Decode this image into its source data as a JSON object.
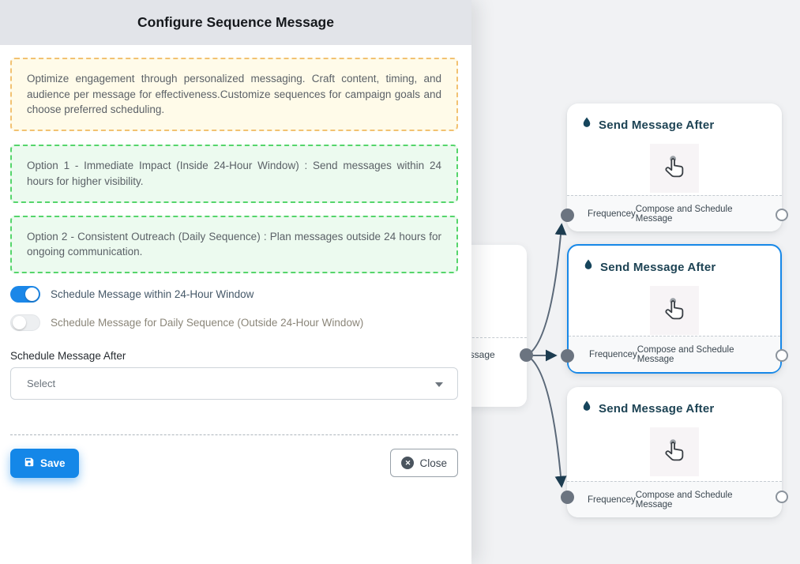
{
  "panel": {
    "title": "Configure Sequence Message",
    "description": "Optimize engagement through personalized messaging. Craft content, timing, and audience per message for effectiveness.Customize sequences for campaign goals and choose preferred scheduling.",
    "options": [
      {
        "text": "Option 1 - Immediate Impact (Inside 24-Hour Window) : Send messages within 24 hours for higher visibility."
      },
      {
        "text": "Option 2 - Consistent Outreach (Daily Sequence) : Plan messages outside 24 hours for ongoing communication."
      }
    ],
    "toggles": [
      {
        "label": "Schedule Message within 24-Hour Window",
        "state": "on"
      },
      {
        "label": "Schedule Message for Daily Sequence (Outside 24-Hour Window)",
        "state": "off"
      }
    ],
    "schedule_after": {
      "label": "Schedule Message After",
      "value": "Select"
    },
    "buttons": {
      "save": "Save",
      "close": "Close"
    }
  },
  "canvas": {
    "cards": [
      {
        "title": "Send Message After",
        "footer_left": "Frequencey",
        "footer_right": "Compose and Schedule Message",
        "selected": false
      },
      {
        "title": "Send Message After",
        "footer_left": "Frequencey",
        "footer_right": "Compose and Schedule Message",
        "selected": true
      },
      {
        "title": "Send Message After",
        "footer_left": "Frequencey",
        "footer_right": "Compose and Schedule Message",
        "selected": false
      }
    ],
    "partial_card": {
      "footer_text": "ce Message"
    }
  },
  "colors": {
    "accent_blue": "#1487e8",
    "selected_border": "#1788e8",
    "warning_border": "#f2c272",
    "warning_bg": "#fffbe9",
    "success_border": "#55d56b",
    "success_bg": "#ecfaef",
    "node_title": "#1d4354",
    "edge": "#5a6878",
    "header_bg": "#e2e4e9"
  }
}
